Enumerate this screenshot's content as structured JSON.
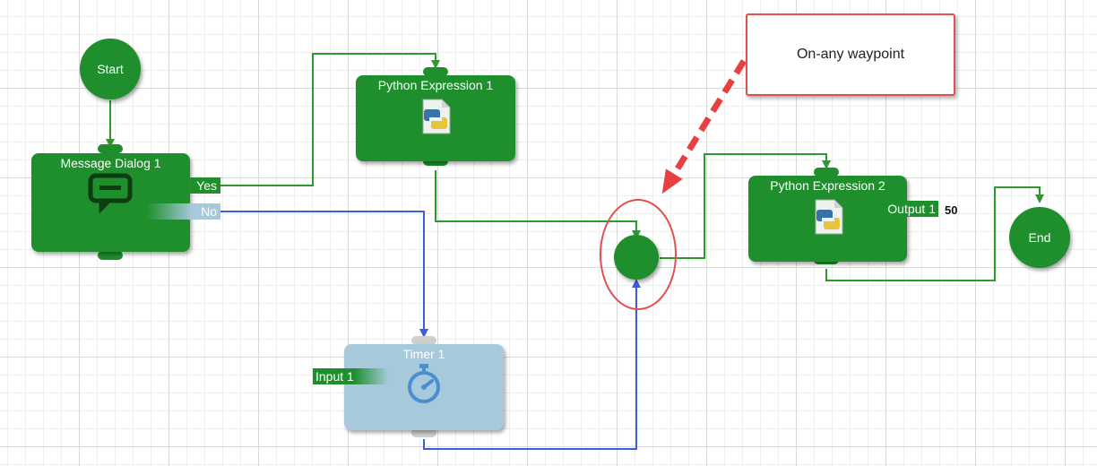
{
  "nodes": {
    "start": {
      "label": "Start"
    },
    "end": {
      "label": "End"
    },
    "message_dialog": {
      "title": "Message Dialog 1",
      "ports": {
        "yes": "Yes",
        "no": "No"
      }
    },
    "python_expression_1": {
      "title": "Python Expression 1"
    },
    "python_expression_2": {
      "title": "Python Expression 2",
      "ports": {
        "output": "Output 1"
      },
      "output_value": "50"
    },
    "timer": {
      "title": "Timer 1",
      "ports": {
        "input": "Input 1"
      }
    }
  },
  "annotation": {
    "text": "On-any waypoint"
  },
  "colors": {
    "node_green": "#1e8f2c",
    "timer_blue": "#a6c9dc",
    "wire_green": "#2e9a2e",
    "wire_blue": "#3a5fd8",
    "annotation_red": "#e84040"
  },
  "icons": {
    "message_dialog": "chat-bubble-icon",
    "python_expression": "python-file-icon",
    "timer": "stopwatch-icon"
  }
}
